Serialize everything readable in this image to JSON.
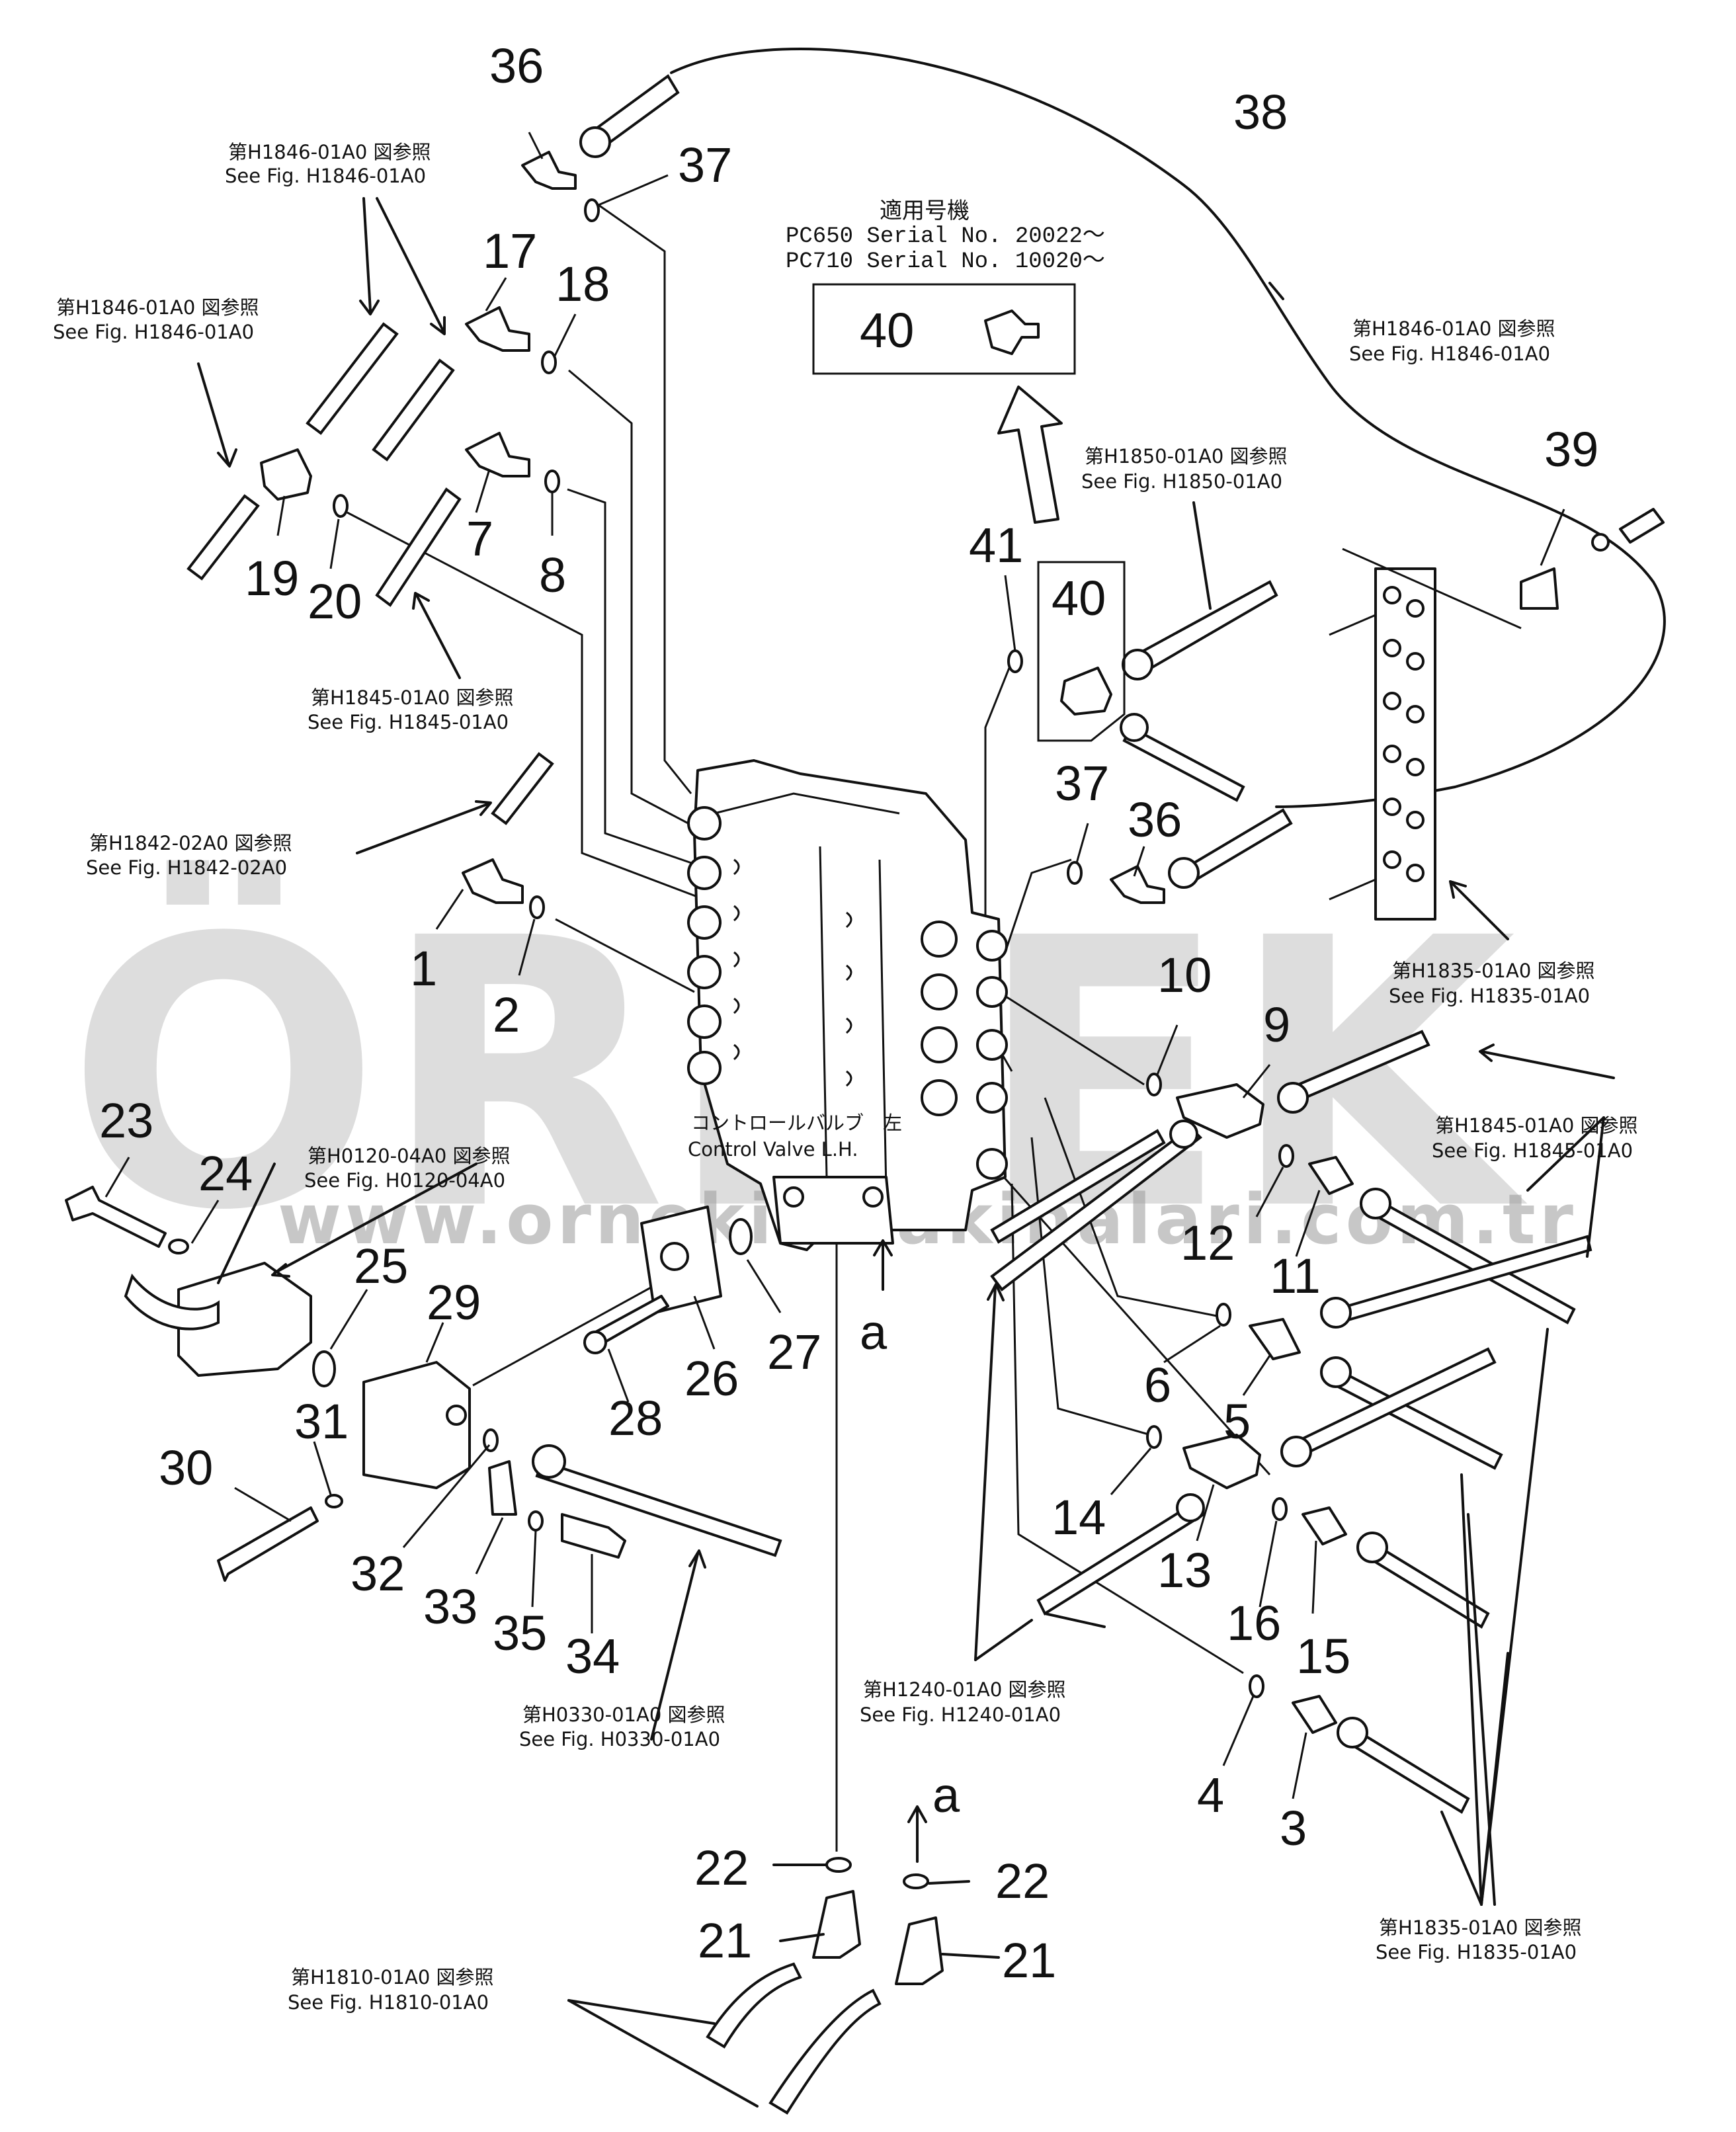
{
  "watermark": {
    "brand": "ÖRNEK",
    "url": "www.ornekismakinalari.com.tr",
    "accent_color": "#e6b422"
  },
  "applicability": {
    "header": "適用号機",
    "lines": [
      "PC650  Serial  No.  20022～",
      "PC710  Serial  No.  10020～"
    ]
  },
  "control_valve": {
    "label_jp": "コントロールバルブ　左",
    "label_en": "Control  Valve  L.H."
  },
  "view_markers": [
    "a",
    "a"
  ],
  "part_numbers": [
    "1",
    "2",
    "3",
    "4",
    "5",
    "6",
    "7",
    "8",
    "9",
    "10",
    "11",
    "12",
    "13",
    "14",
    "15",
    "16",
    "17",
    "18",
    "19",
    "20",
    "21",
    "21",
    "22",
    "22",
    "23",
    "24",
    "25",
    "26",
    "27",
    "28",
    "29",
    "30",
    "31",
    "32",
    "33",
    "34",
    "35",
    "36",
    "36",
    "37",
    "37",
    "38",
    "39",
    "40",
    "40",
    "41"
  ],
  "references": [
    {
      "jp": "第H1846-01A0 図参照",
      "en": "See Fig.  H1846-01A0"
    },
    {
      "jp": "第H1846-01A0 図参照",
      "en": "See Fig.  H1846-01A0"
    },
    {
      "jp": "第H1846-01A0 図参照",
      "en": "See Fig.  H1846-01A0"
    },
    {
      "jp": "第H1850-01A0 図参照",
      "en": "See Fig.  H1850-01A0"
    },
    {
      "jp": "第H1845-01A0 図参照",
      "en": "See Fig.  H1845-01A0"
    },
    {
      "jp": "第H1842-02A0 図参照",
      "en": "See Fig.  H1842-02A0"
    },
    {
      "jp": "第H1835-01A0 図参照",
      "en": "See Fig.  H1835-01A0"
    },
    {
      "jp": "第H1845-01A0 図参照",
      "en": "See Fig.  H1845-01A0"
    },
    {
      "jp": "第H0120-04A0 図参照",
      "en": "See Fig.  H0120-04A0"
    },
    {
      "jp": "第H0330-01A0 図参照",
      "en": "See Fig.  H0330-01A0"
    },
    {
      "jp": "第H1240-01A0 図参照",
      "en": "See Fig.  H1240-01A0"
    },
    {
      "jp": "第H1835-01A0 図参照",
      "en": "See Fig.  H1835-01A0"
    },
    {
      "jp": "第H1810-01A0 図参照",
      "en": "See Fig.  H1810-01A0"
    }
  ]
}
